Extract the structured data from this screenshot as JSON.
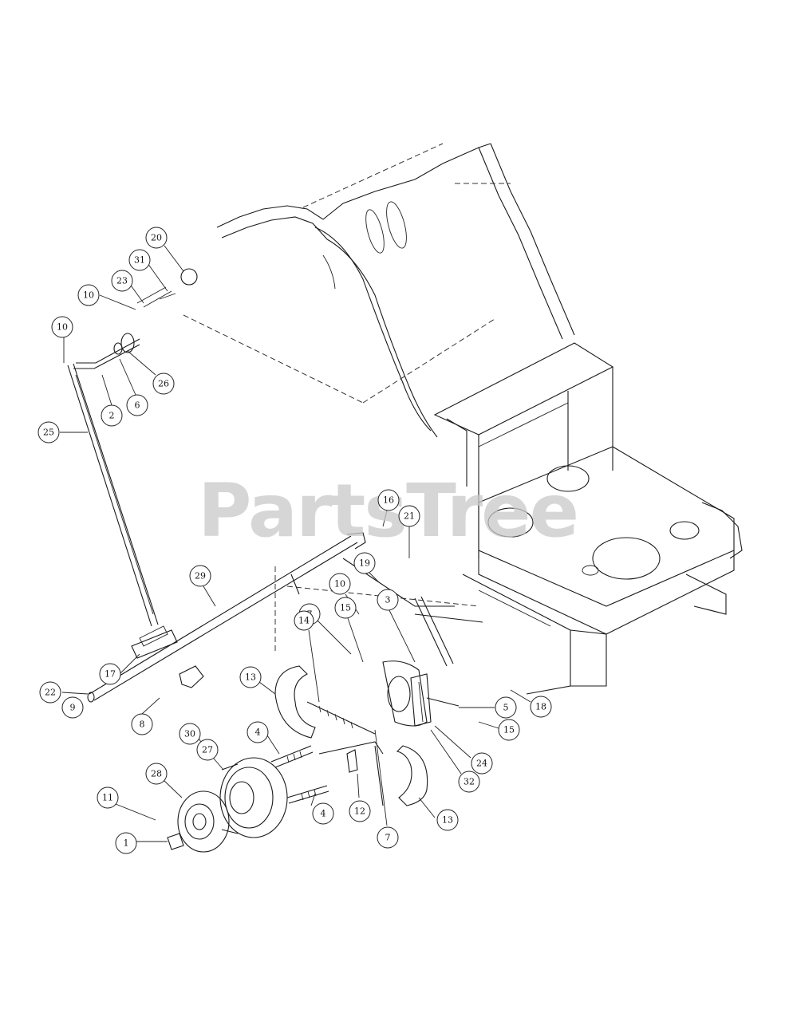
{
  "watermark": "PartsTree",
  "callouts": [
    "20",
    "31",
    "23",
    "10",
    "10",
    "26",
    "2",
    "6",
    "25",
    "16",
    "21",
    "19",
    "10",
    "3",
    "29",
    "17",
    "7",
    "15",
    "22",
    "9",
    "8",
    "13",
    "14",
    "5",
    "18",
    "30",
    "4",
    "15",
    "27",
    "24",
    "28",
    "11",
    "32",
    "4",
    "12",
    "13",
    "1",
    "7"
  ]
}
